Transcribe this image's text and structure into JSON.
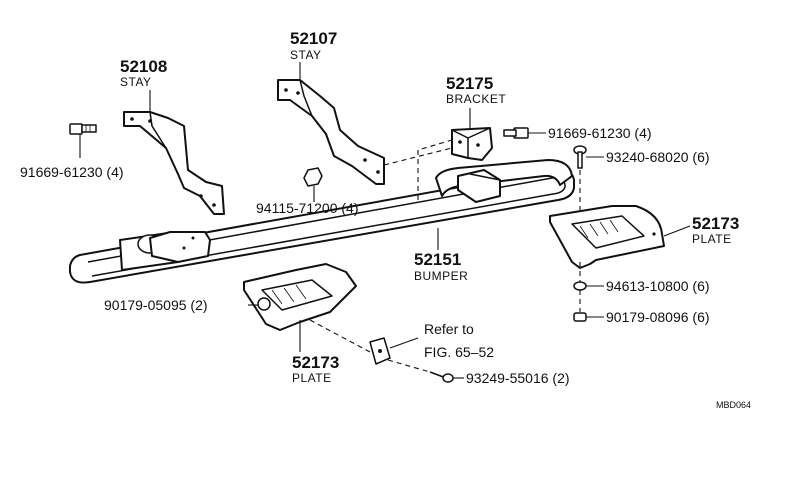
{
  "callouts": {
    "stay_52108": {
      "number": "52108",
      "name": "STAY"
    },
    "stay_52107": {
      "number": "52107",
      "name": "STAY"
    },
    "bracket_52175": {
      "number": "52175",
      "name": "BRACKET"
    },
    "bumper_52151": {
      "number": "52151",
      "name": "BUMPER"
    },
    "plate_right_52173": {
      "number": "52173",
      "name": "PLATE"
    },
    "plate_front_52173": {
      "number": "52173",
      "name": "PLATE"
    },
    "bolt_left": "91669-61230 (4)",
    "bolt_right": "91669-61230 (4)",
    "nut_94115": "94115-71200 (4)",
    "screw_93240": "93240-68020 (6)",
    "washer_94613": "94613-10800 (6)",
    "nut_90179_08096": "90179-08096 (6)",
    "nut_90179_05095": "90179-05095 (2)",
    "screw_93249": "93249-55016 (2)",
    "refer_line1": "Refer to",
    "refer_line2": "FIG. 65–52",
    "diagram_code": "MBD064"
  }
}
